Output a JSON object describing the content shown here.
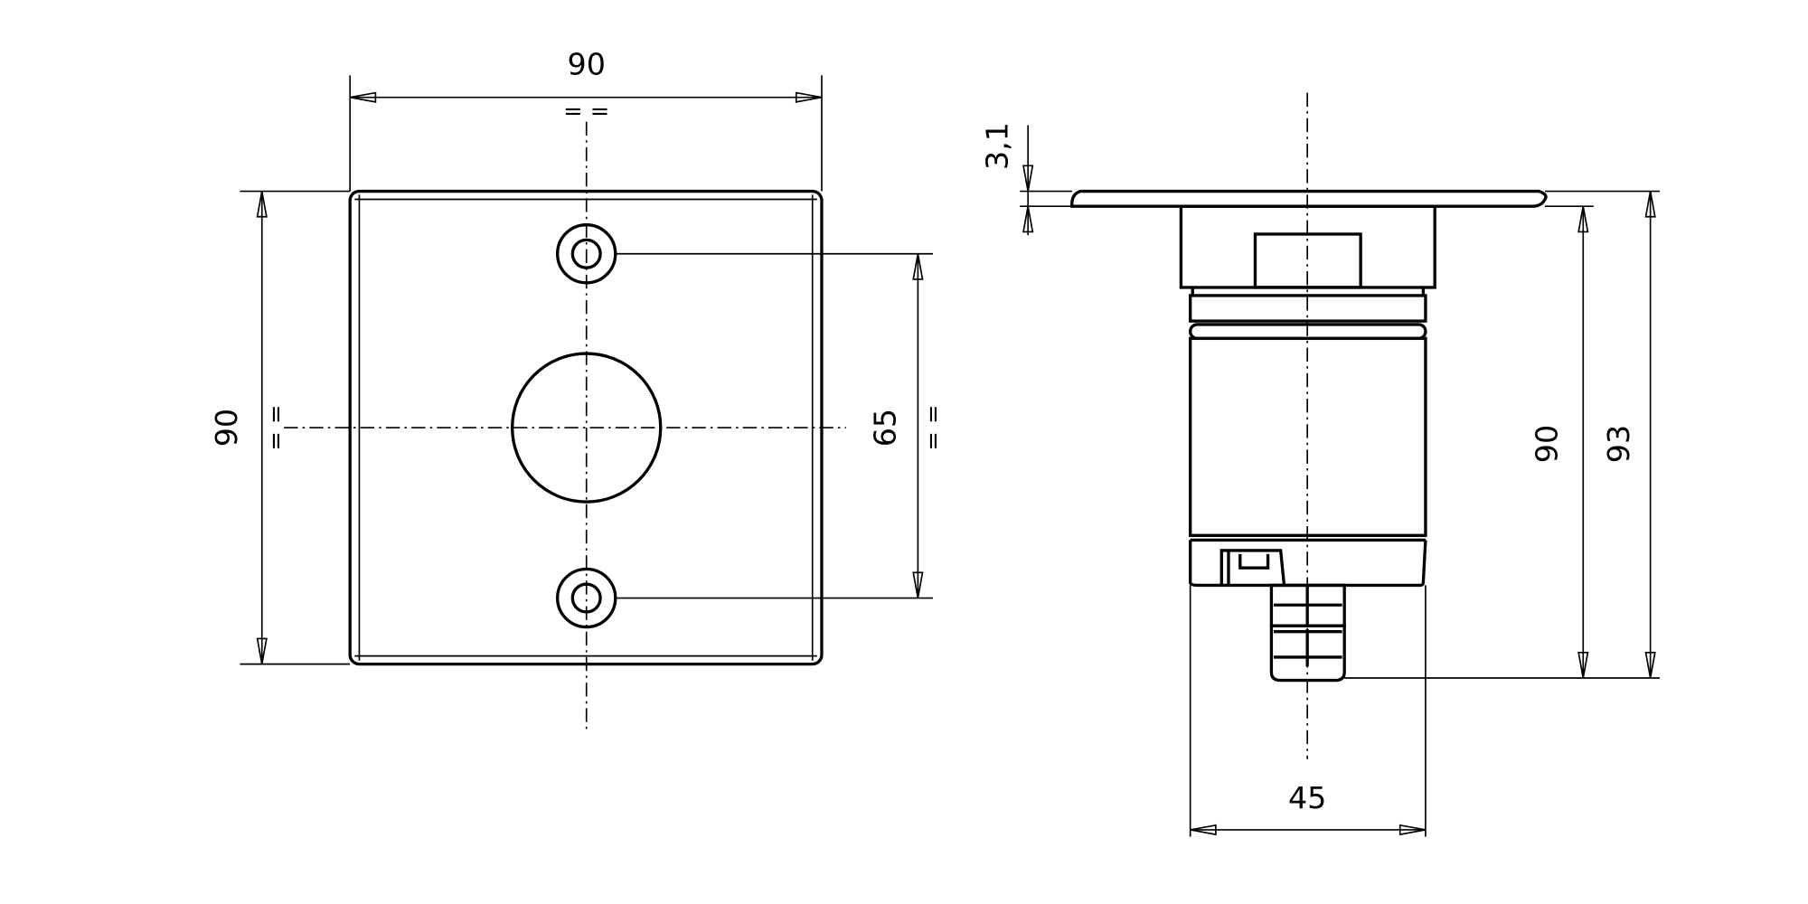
{
  "front_view": {
    "width_label": "90",
    "height_label": "90",
    "hole_spacing_label": "65",
    "symmetry_mark": "= ="
  },
  "side_view": {
    "flange_thickness_label": "3,1",
    "depth_label": "90",
    "overall_depth_label": "93",
    "body_width_label": "45"
  },
  "colors": {
    "line": "#000000",
    "background": "#ffffff"
  }
}
